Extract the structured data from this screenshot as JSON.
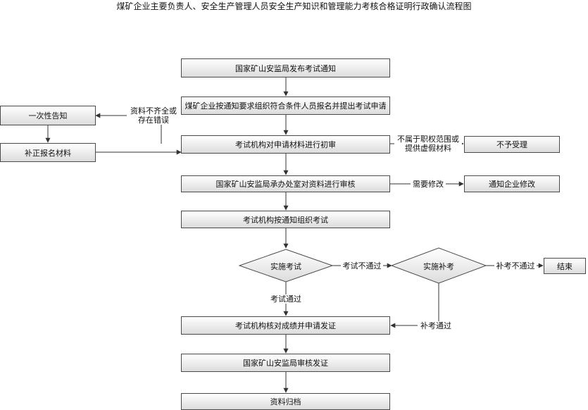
{
  "title": "煤矿企业主要负责人、安全生产管理人员安全生产知识和管理能力考核合格证明行政确认流程图",
  "nodes": {
    "publish_notice": "国家矿山安监局发布考试通知",
    "enterprise_apply": "煤矿企业按通知要求组织符合条件人员报名并提出考试申请",
    "initial_review": "考试机构对申请材料进行初审",
    "one_time_notice": "一次性告知",
    "supplement_materials": "补正报名材料",
    "not_accepted": "不予受理",
    "office_review": "国家矿山安监局承办处室对资料进行审核",
    "notify_modify": "通知企业修改",
    "organize_exam": "考试机构按通知组织考试",
    "conduct_exam": "实施考试",
    "makeup_exam": "实施补考",
    "end": "结束",
    "verify_score": "考试机构核对成绩并申请发证",
    "issue_cert": "国家矿山安监局审核发证",
    "archive": "资料归档"
  },
  "labels": {
    "incomplete_line1": "资料不齐全或",
    "incomplete_line2": "存在错误",
    "out_of_scope_line1": "不属于职权范围或",
    "out_of_scope_line2": "提供虚假材料",
    "needs_modification": "需要修改",
    "exam_failed": "考试不通过",
    "makeup_failed": "补考不通过",
    "exam_passed": "考试通过",
    "makeup_passed": "补考通过"
  }
}
